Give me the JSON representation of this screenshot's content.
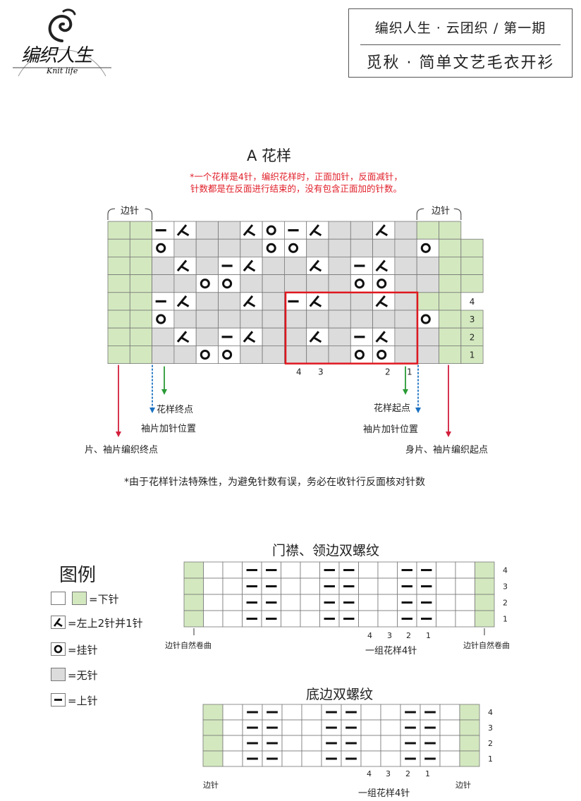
{
  "logo": {
    "name": "编织人生",
    "sub": "Knit life"
  },
  "header": {
    "line1": "编织人生 · 云团织 / 第一期",
    "line2": "觅秋 · 简单文艺毛衣开衫"
  },
  "chart_a": {
    "title": "A 花样",
    "note": [
      "*一个花样是4针，编织花样时，正面加针，反面减针，",
      "针数都是在反面进行结束的，没有包含正面加的针数。"
    ],
    "edge_left": "边针",
    "edge_right": "边针",
    "rows": [
      "GG-KXXKO-KXXKXGG",
      "GGOXXXXOOXXXXXOGG",
      "GGXKX-KXXKX-KXXGG",
      "GGXXOOXXXXXOOXXGG",
      "GG-KXXKX-KXXKXGG",
      "GGOXXXXXXXXXXXOGG",
      "GGXKX-KXXKX-KXXGG",
      "GGXXOOXXXXXOOXXGG"
    ],
    "row_numbers": [
      "4",
      "3",
      "2",
      "1"
    ],
    "col_numbers": [
      "4",
      "3",
      "2",
      "1"
    ],
    "annotations": {
      "pattern_end": "花样终点",
      "sleeve_inc_left": "袖片加针位置",
      "finish_left": "片、袖片编织终点",
      "pattern_start": "花样起点",
      "sleeve_inc_right": "袖片加针位置",
      "start_right": "身片、袖片编织起点"
    },
    "colors": {
      "red": "#d21f3c",
      "green": "#2a9a36",
      "blue": "#1a70c0",
      "frame": "#e01820"
    },
    "footnote": "*由于花样针法特殊性，为避免针数有误，务必在收针行反面核对针数"
  },
  "legend": {
    "title": "图例",
    "items": [
      {
        "icon": "knit-square",
        "text": "=下针"
      },
      {
        "icon": "k2tog-symbol",
        "text": "=左上2针并1针"
      },
      {
        "icon": "yarn-over-symbol",
        "text": "=挂针"
      },
      {
        "icon": "no-stitch-square",
        "text": "=无针"
      },
      {
        "icon": "purl-symbol",
        "text": "=上针"
      }
    ]
  },
  "chart_b": {
    "title": "门襟、领边双螺纹",
    "row_numbers": [
      "4",
      "3",
      "2",
      "1"
    ],
    "col_numbers": [
      "4",
      "3",
      "2",
      "1"
    ],
    "edge_left": "边针自然卷曲",
    "edge_right": "边针自然卷曲",
    "group": "一组花样4针"
  },
  "chart_c": {
    "title": "底边双螺纹",
    "row_numbers": [
      "4",
      "3",
      "2",
      "1"
    ],
    "col_numbers": [
      "4",
      "3",
      "2",
      "1"
    ],
    "edge_left": "边针",
    "edge_right": "边针",
    "group": "一组花样4针"
  },
  "palette": {
    "green": "#d3e8bf",
    "gray": "#dcdcdc",
    "grid": "#777777"
  }
}
